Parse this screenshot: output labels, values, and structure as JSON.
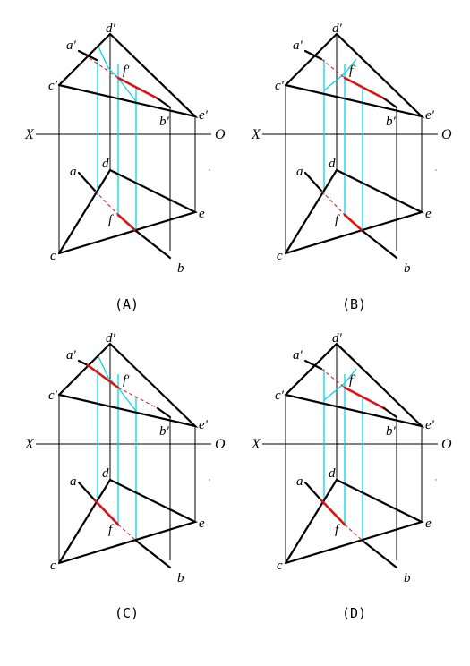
{
  "panels": [
    {
      "id": "A",
      "caption": "(A)",
      "variant": "A"
    },
    {
      "id": "B",
      "caption": "(B)",
      "variant": "B"
    },
    {
      "id": "C",
      "caption": "(C)",
      "variant": "C"
    },
    {
      "id": "D",
      "caption": "(D)",
      "variant": "D"
    }
  ],
  "labels": {
    "a_prime": "a′",
    "b_prime": "b′",
    "c_prime": "c′",
    "d_prime": "d′",
    "e_prime": "e′",
    "f_prime": "f′",
    "a": "a",
    "b": "b",
    "c": "c",
    "d": "d",
    "e": "e",
    "f": "f",
    "axis_x": "X",
    "axis_o": "O"
  },
  "colors": {
    "lines": "#000000",
    "projection": "#00d8e6",
    "visible_segment": "#e01010"
  }
}
